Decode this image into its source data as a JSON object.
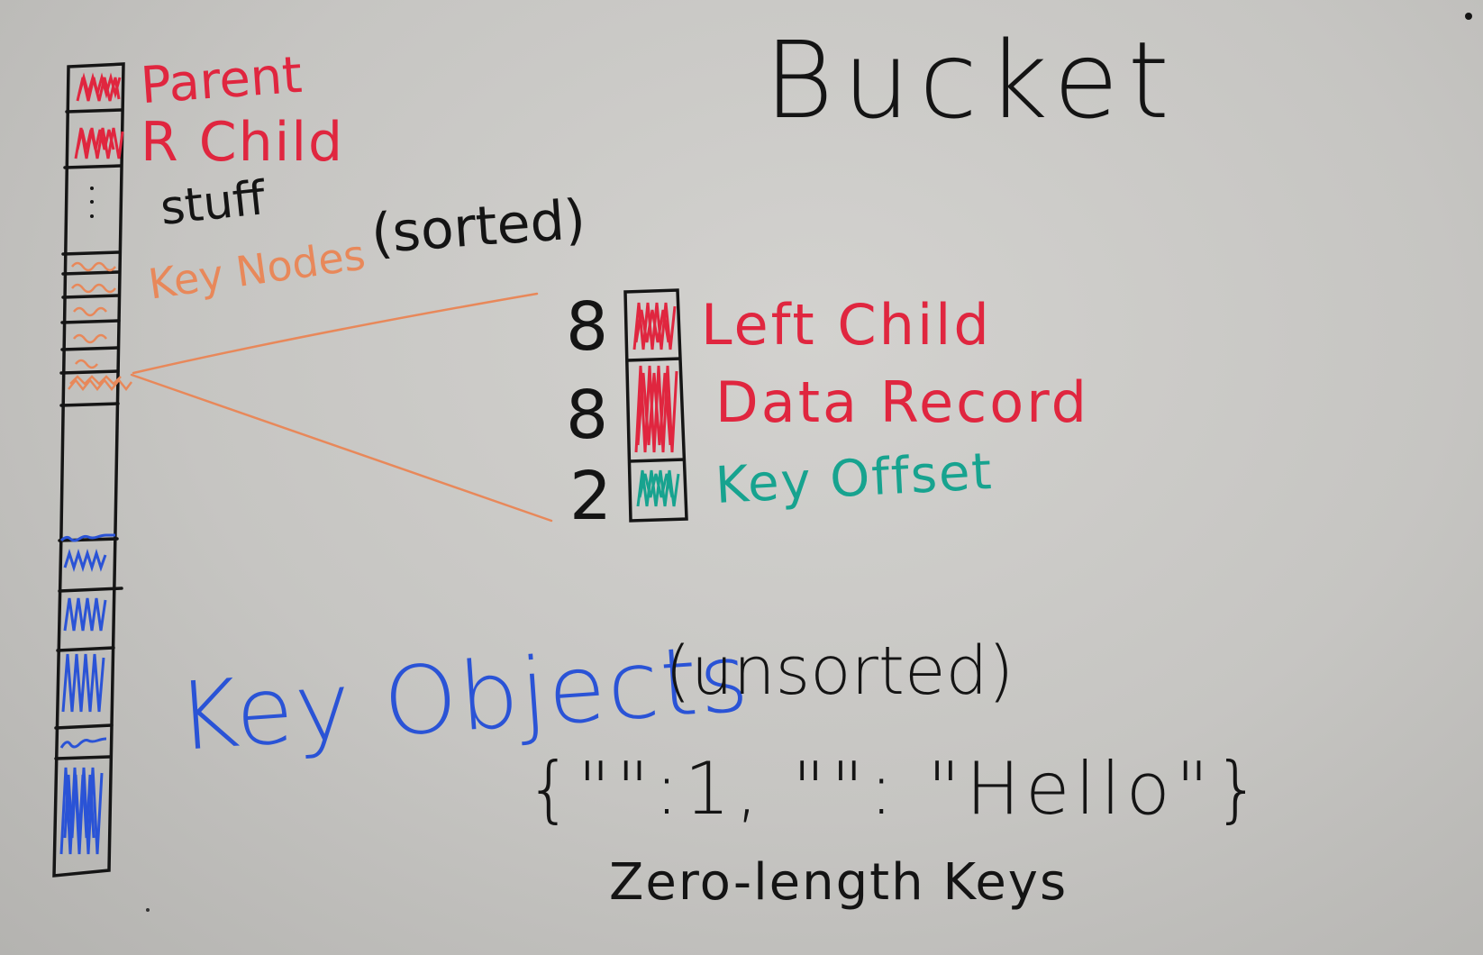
{
  "title": "Bucket",
  "bucket_labels": {
    "parent": "Parent",
    "r_child": "R Child",
    "stuff": "stuff",
    "key_nodes": "Key Nodes",
    "sorted": "(sorted)"
  },
  "key_node_fields": [
    {
      "size": "8",
      "label": "Left Child",
      "color": "#e0263f"
    },
    {
      "size": "8",
      "label": "Data Record",
      "color": "#e0263f"
    },
    {
      "size": "2",
      "label": "Key Offset",
      "color": "#17a38f"
    }
  ],
  "key_objects": {
    "label": "Key Objects",
    "unsorted": "(unsorted)"
  },
  "example": {
    "json": "{\"\":1, \"\": \"Hello\"}",
    "caption": "Zero-length Keys"
  }
}
